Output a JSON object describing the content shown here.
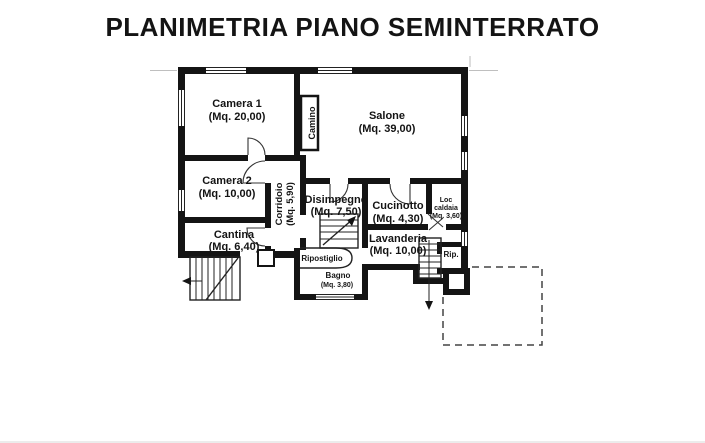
{
  "page": {
    "title": "PLANIMETRIA  PIANO SEMINTERRATO"
  },
  "plan": {
    "rooms": {
      "camera1": {
        "name": "Camera 1",
        "area": "(Mq. 20,00)"
      },
      "salone": {
        "name": "Salone",
        "area": "(Mq. 39,00)"
      },
      "camino": {
        "name": "Camino"
      },
      "camera2": {
        "name": "Camera 2",
        "area": "(Mq. 10,00)"
      },
      "corridoio": {
        "name": "Corridoio",
        "area": "(Mq. 5,90)"
      },
      "cantina": {
        "name": "Cantina",
        "area": "(Mq. 6,40)"
      },
      "disimpegno": {
        "name": "Disimpegno",
        "area": "(Mq. 7,50)"
      },
      "cucinotto": {
        "name": "Cucinotto",
        "area": "(Mq. 4,30)"
      },
      "loc_caldaia": {
        "line1": "Loc",
        "line2": "caldaia",
        "area": "(Mq. 3,60)"
      },
      "lavanderia": {
        "name": "Lavanderia",
        "area": "(Mq. 10,00)"
      },
      "ripostiglio": {
        "name": "Ripostiglio"
      },
      "bagno": {
        "name": "Bagno",
        "area": "(Mq. 3,80)"
      },
      "rip": {
        "name": "Rip."
      }
    },
    "colors": {
      "wall": "#141414",
      "text": "#141414",
      "background": "#ffffff",
      "dashed_outline": "#444444"
    }
  }
}
